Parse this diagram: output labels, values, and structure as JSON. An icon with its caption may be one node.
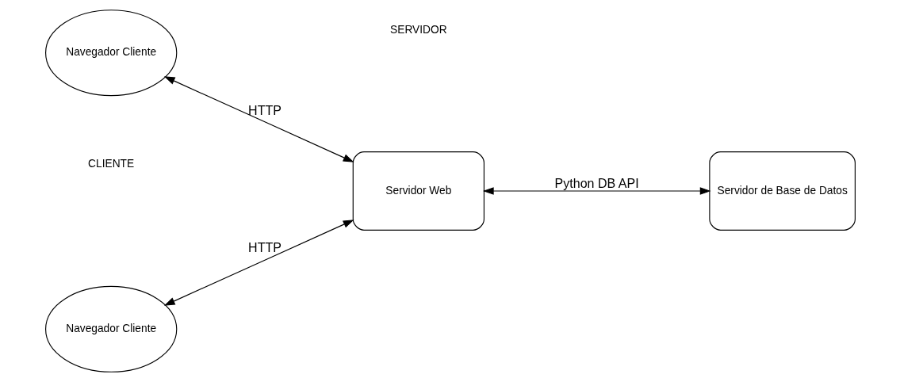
{
  "diagram": {
    "nodes": [
      {
        "text": [
          "Navegador Cliente"
        ]
      },
      {
        "text": [
          "Navegador Cliente"
        ]
      },
      {
        "text": [
          "Servidor Web"
        ]
      },
      {
        "text": [
          "Servidor de Base de Datos"
        ]
      }
    ],
    "edges": [
      {
        "from": 0,
        "to": 2,
        "arrow": "both",
        "label": "HTTP"
      },
      {
        "from": 1,
        "to": 2,
        "arrow": "both",
        "label": "HTTP"
      },
      {
        "from": 2,
        "to": 3,
        "arrow": "both",
        "label": "Python DB API"
      }
    ],
    "labels": [
      "CLIENTE",
      "SERVIDOR"
    ]
  }
}
